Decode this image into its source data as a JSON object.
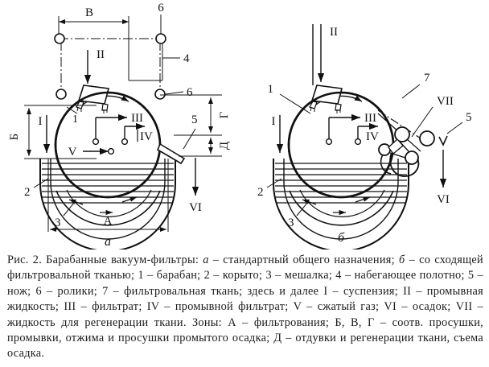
{
  "figure": {
    "number_label": "Рис. 2.",
    "title": "Барабанные вакуум-фильтры",
    "panel_a_letter": "а",
    "panel_b_letter": "б",
    "ink_color": "#111111",
    "paper_color": "#ffffff"
  },
  "caption": {
    "full_text": "Рис. 2. Барабанные вакуум-фильтры: а – стандартный общего назначения; б – со сходящей фильтровальной тканью; 1 – барабан; 2 – корыто; 3 – мешалка; 4 – набегающее полотно; 5 – нож; 6 – ролики; 7 – фильтровальная ткань; здесь и далее I – суспензия; II – промывная жидкость; III – фильтрат; IV – промывной фильтрат; V – сжатый газ; VI – осадок; VII – жидкость для регенерации ткани. Зоны: А – фильтрования; Б, В, Г – соотв. просушки, промывки, отжима и просушки промытого осадка; Д – отдувки и регенерации ткани, съема осадка.",
    "segments": [
      {
        "text": "Рис. 2. Барабанные вакуум-фильтры: ",
        "italic": false
      },
      {
        "text": "а",
        "italic": true
      },
      {
        "text": " – стандартный общего назначения; ",
        "italic": false
      },
      {
        "text": "б",
        "italic": true
      },
      {
        "text": " – со сходящей фильтровальной тканью; 1 – барабан; 2 – корыто; 3 – мешалка; 4 – набегающее полотно; 5 – нож; 6 – ролики; 7 – фильтровальная ткань; здесь и далее I – суспензия; II – промывная жидкость; III – фильтрат; IV – промывной фильтрат; V – сжатый газ; VI – осадок; VII – жидкость для регенерации ткани. Зоны: А – фильтрования; Б, В, Г – соотв. просушки, промывки, отжима и просушки промытого осадка; Д – отдувки и регенерации ткани, съема осадка.",
        "italic": false
      }
    ]
  },
  "legend": {
    "parts": [
      {
        "key": "1",
        "name": "барабан"
      },
      {
        "key": "2",
        "name": "корыто"
      },
      {
        "key": "3",
        "name": "мешалка"
      },
      {
        "key": "4",
        "name": "набегающее полотно"
      },
      {
        "key": "5",
        "name": "нож"
      },
      {
        "key": "6",
        "name": "ролики"
      },
      {
        "key": "7",
        "name": "фильтровальная ткань"
      }
    ],
    "streams": [
      {
        "key": "I",
        "name": "суспензия"
      },
      {
        "key": "II",
        "name": "промывная жидкость"
      },
      {
        "key": "III",
        "name": "фильтрат"
      },
      {
        "key": "IV",
        "name": "промывной фильтрат"
      },
      {
        "key": "V",
        "name": "сжатый газ"
      },
      {
        "key": "VI",
        "name": "осадок"
      },
      {
        "key": "VII",
        "name": "жидкость для регенерации ткани"
      }
    ],
    "zones": [
      {
        "key": "А",
        "name": "фильтрования"
      },
      {
        "key": "Б",
        "name": "просушки"
      },
      {
        "key": "В",
        "name": "промывки"
      },
      {
        "key": "Г",
        "name": "отжима и просушки промытого осадка"
      },
      {
        "key": "Д",
        "name": "отдувки и регенерации ткани, съема осадка"
      }
    ]
  },
  "panel_a": {
    "letter": "а",
    "callouts": [
      {
        "id": "part-1",
        "text": "1"
      },
      {
        "id": "part-2",
        "text": "2"
      },
      {
        "id": "part-3",
        "text": "3"
      },
      {
        "id": "part-4",
        "text": "4"
      },
      {
        "id": "part-5",
        "text": "5"
      },
      {
        "id": "part-6-top",
        "text": "6"
      },
      {
        "id": "part-6-lower",
        "text": "6"
      }
    ],
    "stream_labels": [
      {
        "id": "stream-I",
        "text": "I"
      },
      {
        "id": "stream-II",
        "text": "II"
      },
      {
        "id": "stream-III",
        "text": "III"
      },
      {
        "id": "stream-IV",
        "text": "IV"
      },
      {
        "id": "stream-V",
        "text": "V"
      },
      {
        "id": "stream-VI",
        "text": "VI"
      }
    ],
    "zone_labels": [
      {
        "id": "zone-A",
        "text": "А"
      },
      {
        "id": "zone-B-dry",
        "text": "Б"
      },
      {
        "id": "zone-V-wash",
        "text": "В"
      },
      {
        "id": "zone-G",
        "text": "Г"
      },
      {
        "id": "zone-D",
        "text": "Д"
      }
    ]
  },
  "panel_b": {
    "letter": "б",
    "callouts": [
      {
        "id": "part-1",
        "text": "1"
      },
      {
        "id": "part-2",
        "text": "2"
      },
      {
        "id": "part-3",
        "text": "3"
      },
      {
        "id": "part-5",
        "text": "5"
      },
      {
        "id": "part-7",
        "text": "7"
      }
    ],
    "stream_labels": [
      {
        "id": "stream-I",
        "text": "I"
      },
      {
        "id": "stream-II",
        "text": "II"
      },
      {
        "id": "stream-III",
        "text": "III"
      },
      {
        "id": "stream-IV",
        "text": "IV"
      },
      {
        "id": "stream-VI",
        "text": "VI"
      },
      {
        "id": "stream-VII",
        "text": "VII"
      }
    ]
  }
}
